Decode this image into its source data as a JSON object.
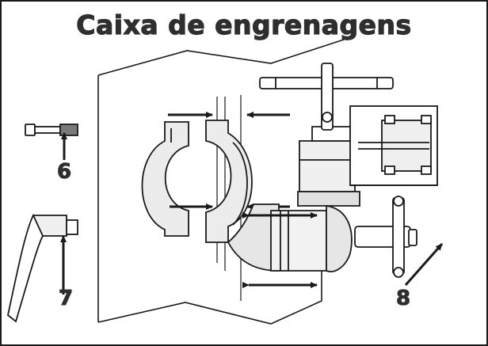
{
  "diagram": {
    "title": "Caixa de engrenagens",
    "labels": {
      "part_6": "6",
      "part_7": "7",
      "part_8": "8"
    }
  },
  "colors": {
    "ink": "#2f2f2f",
    "line": "#1a1a1a",
    "shade": "#e6e6e6",
    "background": "#ffffff"
  },
  "icons": {
    "part_6": "bolt-icon",
    "part_7": "clamp-lever-icon",
    "part_8": "arrow-icon"
  }
}
